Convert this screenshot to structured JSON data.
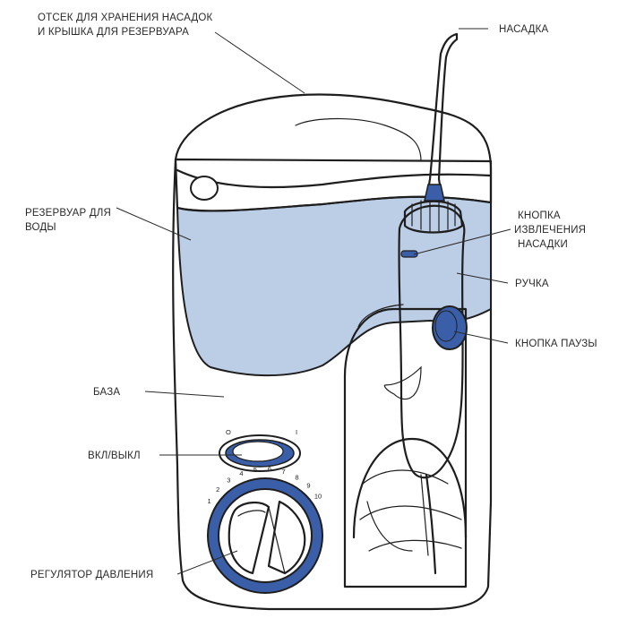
{
  "labels": {
    "storage_line1": "ОТСЕК ДЛЯ ХРАНЕНИЯ НАСАДОК",
    "storage_line2": "И КРЫШКА ДЛЯ РЕЗЕРВУАРА",
    "tip": "НАСАДКА",
    "reservoir_line1": "РЕЗЕРВУАР ДЛЯ",
    "reservoir_line2": "ВОДЫ",
    "eject_line1": "КНОПКА",
    "eject_line2": "ИЗВЛЕЧЕНИЯ",
    "eject_line3": "НАСАДКИ",
    "handle": "РУЧКА",
    "pause": "КНОПКА ПАУЗЫ",
    "base": "БАЗА",
    "power": "ВКЛ/ВЫКЛ",
    "pressure": "РЕГУЛЯТОР ДАВЛЕНИЯ"
  },
  "switch_marks": {
    "off": "O",
    "on": "I"
  },
  "dial_ticks": [
    "1",
    "2",
    "3",
    "4",
    "5",
    "6",
    "7",
    "8",
    "9",
    "10"
  ],
  "colors": {
    "water": "#bccde6",
    "accent_blue": "#3a5fa8",
    "outline": "#1e1e1e",
    "label_text": "#2a2a2a"
  }
}
